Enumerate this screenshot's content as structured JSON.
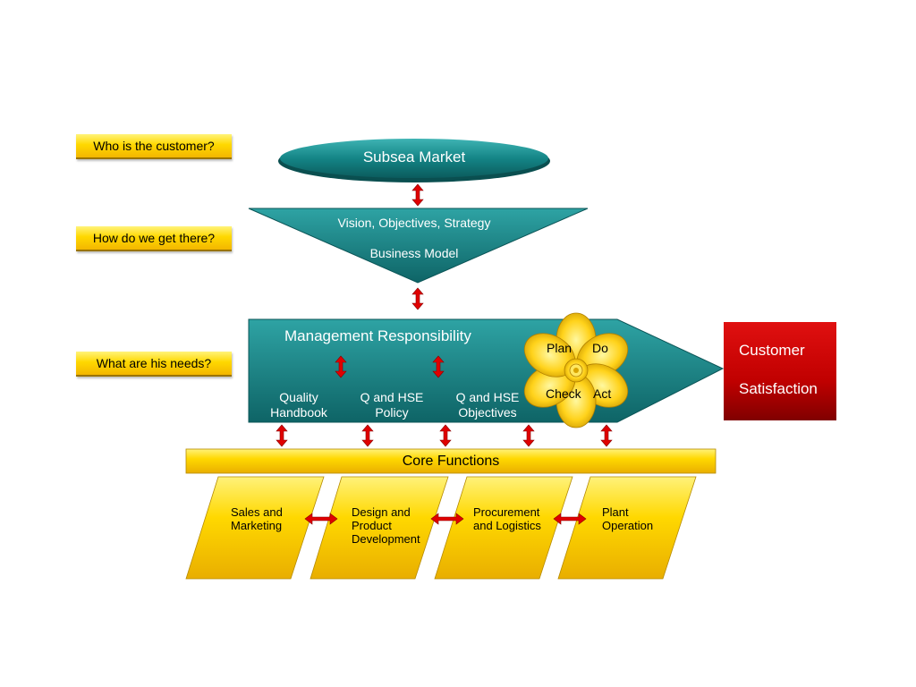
{
  "questions": {
    "customer": "Who is the customer?",
    "get_there": "How do we get there?",
    "needs": "What are his needs?"
  },
  "market": {
    "label": "Subsea Market"
  },
  "strategy": {
    "line1": "Vision, Objectives, Strategy",
    "line2": "Business Model"
  },
  "management": {
    "title": "Management Responsibility",
    "items": [
      {
        "line1": "Quality",
        "line2": "Handbook"
      },
      {
        "line1": "Q and HSE",
        "line2": "Policy"
      },
      {
        "line1": "Q and HSE",
        "line2": "Objectives"
      }
    ],
    "pdca": {
      "plan": "Plan",
      "do": "Do",
      "check": "Check",
      "act": "Act"
    }
  },
  "satisfaction": {
    "line1": "Customer",
    "line2": "Satisfaction"
  },
  "core": {
    "title": "Core Functions",
    "functions": [
      {
        "line1": "Sales and",
        "line2": "Marketing",
        "line3": ""
      },
      {
        "line1": "Design and",
        "line2": "Product",
        "line3": "Development"
      },
      {
        "line1": "Procurement",
        "line2": "and Logistics",
        "line3": ""
      },
      {
        "line1": "Plant",
        "line2": "Operation",
        "line3": ""
      }
    ]
  },
  "colors": {
    "teal": "#1a8a8c",
    "teal_dark": "#0d5a5c",
    "yellow": "#ffd800",
    "red": "#c80000",
    "arrow_red": "#e00000"
  }
}
